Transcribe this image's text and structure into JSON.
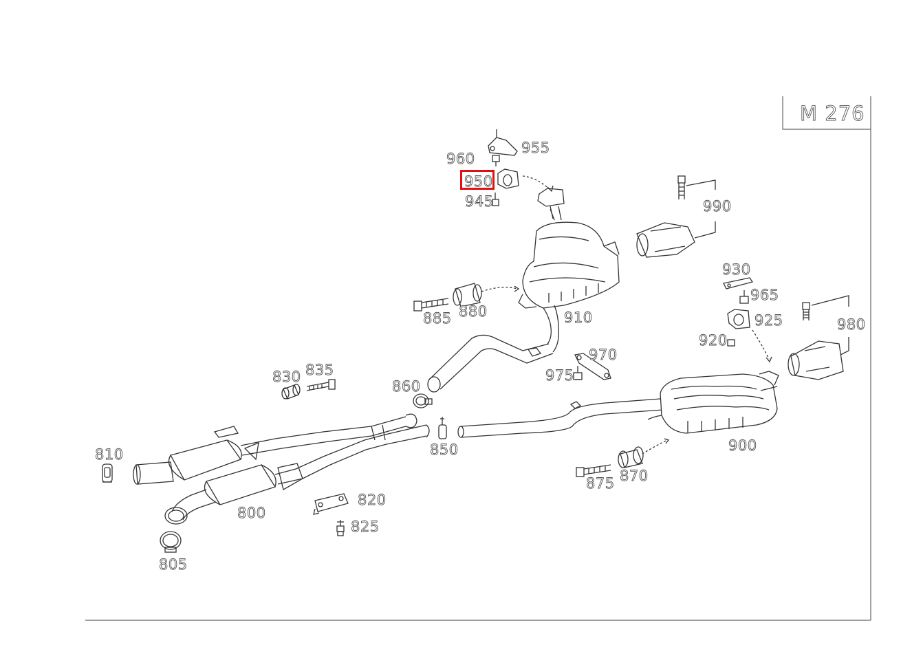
{
  "diagram": {
    "engine_code": "M 276",
    "highlighted_part": "950",
    "highlight_color": "#e01010",
    "parts": [
      {
        "id": "p800",
        "number": "800"
      },
      {
        "id": "p805",
        "number": "805"
      },
      {
        "id": "p810",
        "number": "810"
      },
      {
        "id": "p820",
        "number": "820"
      },
      {
        "id": "p825",
        "number": "825"
      },
      {
        "id": "p830",
        "number": "830"
      },
      {
        "id": "p835",
        "number": "835"
      },
      {
        "id": "p850",
        "number": "850"
      },
      {
        "id": "p860",
        "number": "860"
      },
      {
        "id": "p870",
        "number": "870"
      },
      {
        "id": "p875",
        "number": "875"
      },
      {
        "id": "p880",
        "number": "880"
      },
      {
        "id": "p885",
        "number": "885"
      },
      {
        "id": "p900",
        "number": "900"
      },
      {
        "id": "p910",
        "number": "910"
      },
      {
        "id": "p920",
        "number": "920"
      },
      {
        "id": "p925",
        "number": "925"
      },
      {
        "id": "p930",
        "number": "930"
      },
      {
        "id": "p945",
        "number": "945"
      },
      {
        "id": "p950",
        "number": "950"
      },
      {
        "id": "p955",
        "number": "955"
      },
      {
        "id": "p960",
        "number": "960"
      },
      {
        "id": "p965",
        "number": "965"
      },
      {
        "id": "p970",
        "number": "970"
      },
      {
        "id": "p975",
        "number": "975"
      },
      {
        "id": "p980",
        "number": "980"
      },
      {
        "id": "p990",
        "number": "990"
      }
    ]
  }
}
